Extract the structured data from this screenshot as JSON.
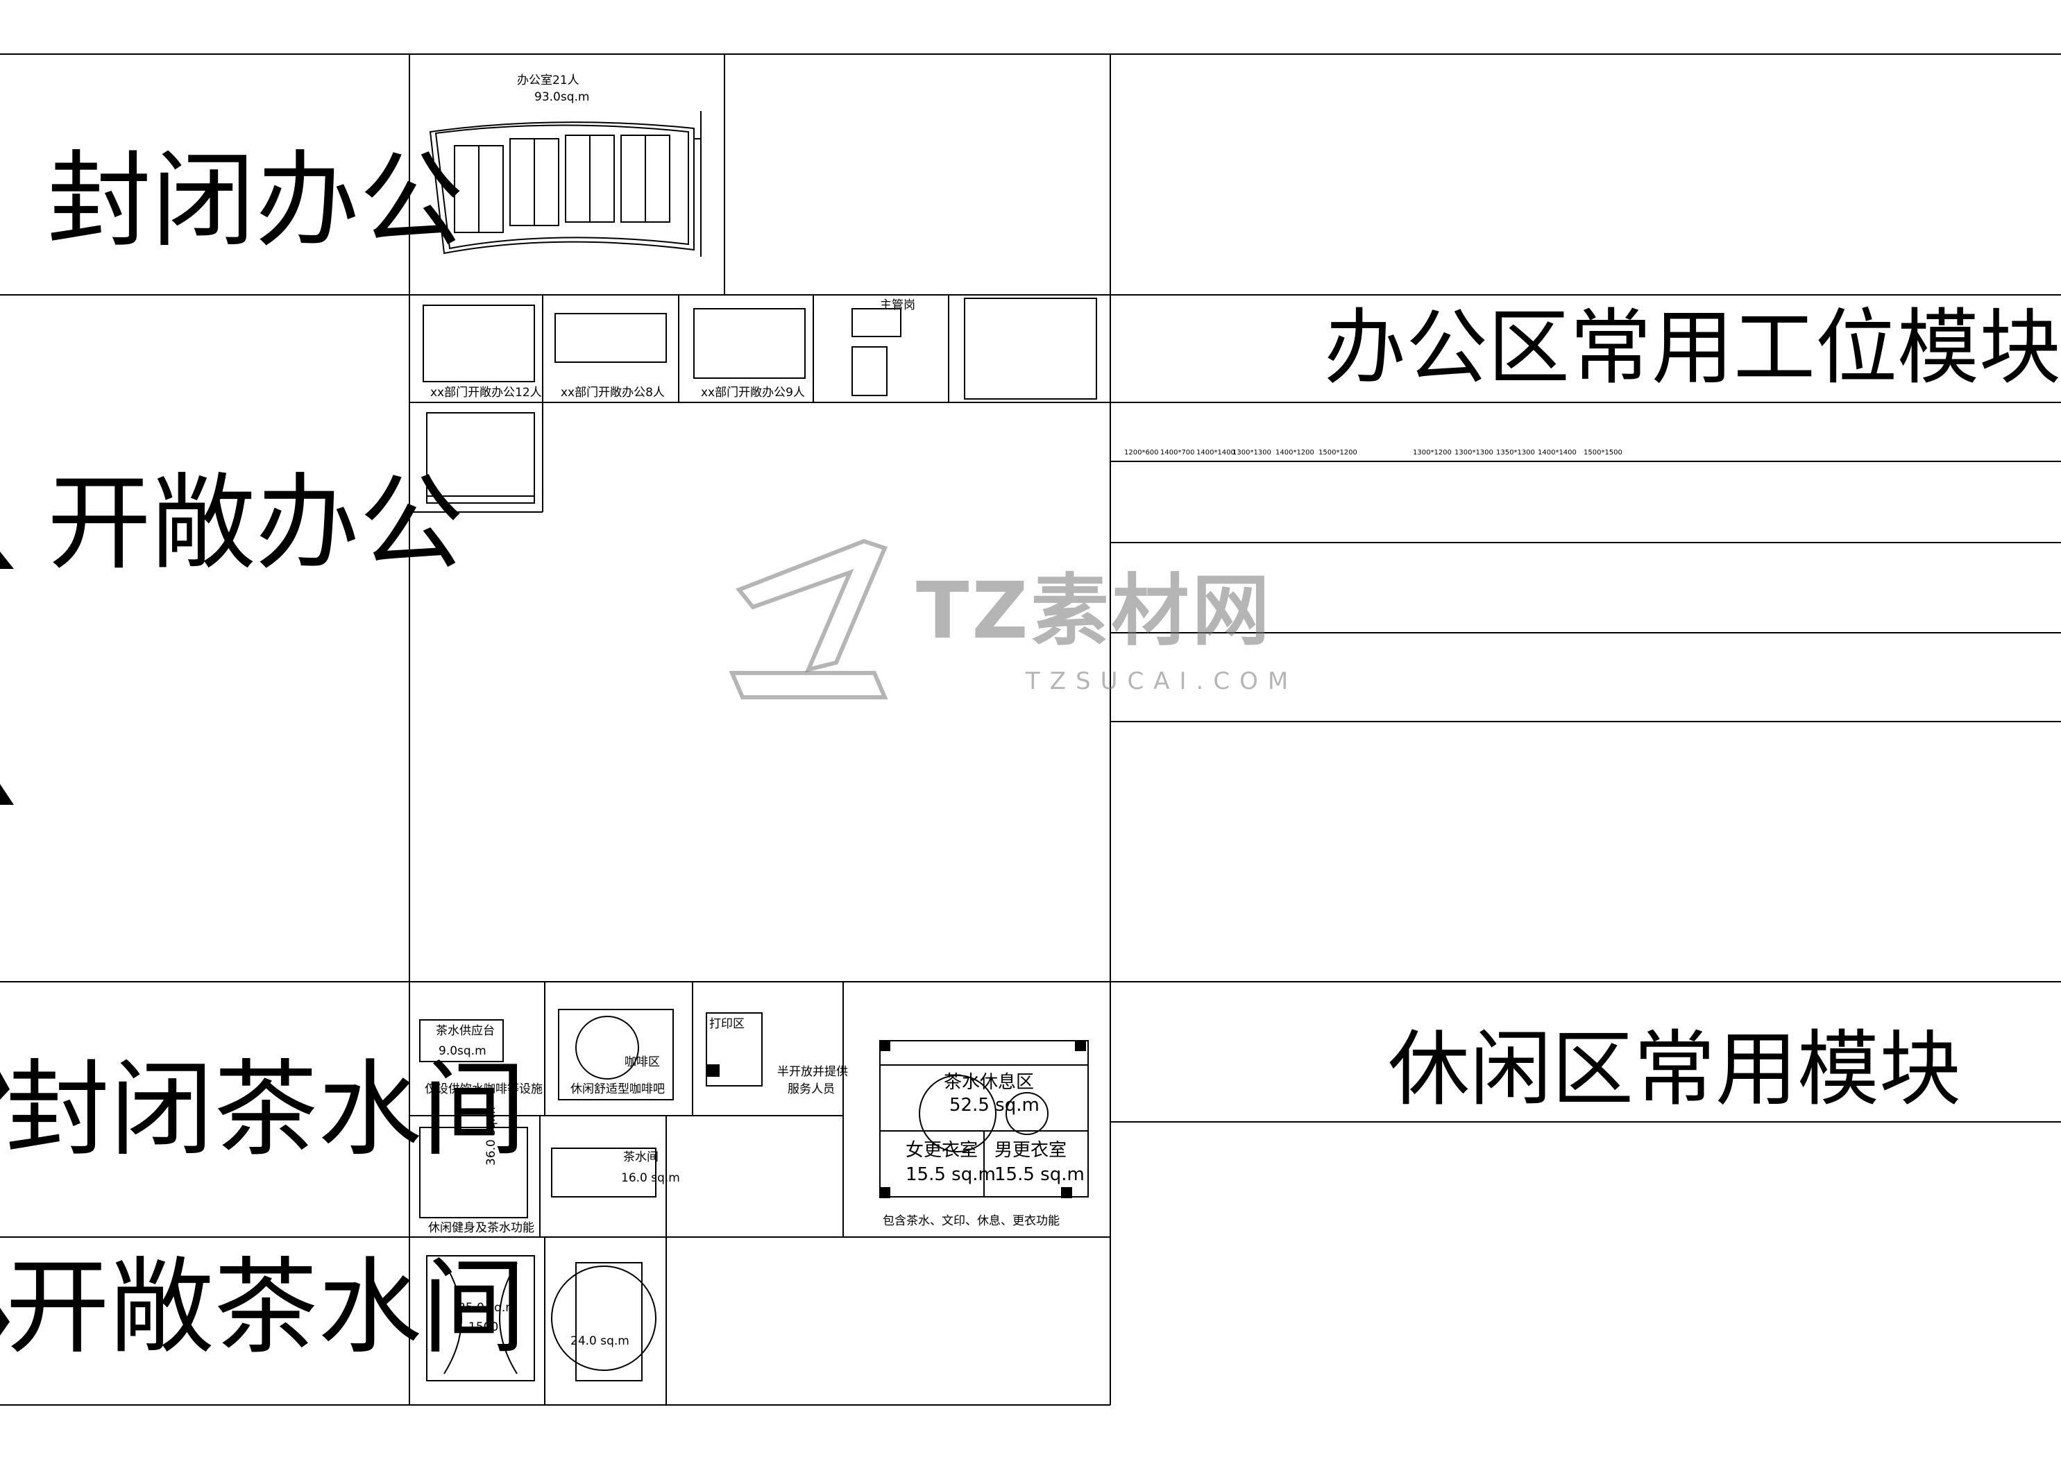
{
  "sections": {
    "closed_office": "封闭办公",
    "open_office": "开敞办公",
    "closed_pantry": "封闭茶水间",
    "open_pantry": "开敞茶水间"
  },
  "headers": {
    "workstation_modules": "办公区常用工位模块",
    "leisure_modules": "休闲区常用模块"
  },
  "closed_office_plan": {
    "room_name": "办公室21人",
    "area": "93.0sq.m"
  },
  "open_office_plans": [
    {
      "caption": "xx部门开敞办公12人"
    },
    {
      "caption": "xx部门开敞办公8人"
    },
    {
      "caption": "xx部门开敞办公9人"
    },
    {
      "caption": "主管岗"
    }
  ],
  "workstation_size_labels": [
    "1200*600",
    "1400*700",
    "1400*1400",
    "1300*1300",
    "1400*1200",
    "1500*1200",
    "1300*1200",
    "1300*1300",
    "1350*1300",
    "1400*1400",
    "1500*1500"
  ],
  "pantry_plans": {
    "p1_caption": "仅设供饮水咖啡等设施",
    "p1_area": "9.0sq.m",
    "p1_room": "茶水供应台",
    "p2_caption": "休闲舒适型咖啡吧",
    "p2_room": "咖啡区",
    "p3_room": "打印区",
    "p3_caption_1": "半开放并提供",
    "p3_caption_2": "服务人员",
    "p4_caption": "休闲健身及茶水功能",
    "p4_area": "36.0 sq.m",
    "p5_room": "茶水间",
    "p5_area": "16.0 sq.m",
    "big_room_1": "茶水休息区",
    "big_room_1_area": "52.5 sq.m",
    "big_room_2": "女更衣室",
    "big_room_2_area": "15.5 sq.m",
    "big_room_3": "男更衣室",
    "big_room_3_area": "15.5 sq.m",
    "big_caption": "包含茶水、文印、休息、更衣功能",
    "open_1_area": "25.0 sq.m",
    "open_1_dim": "1500",
    "open_2_area": "24.0 sq.m"
  },
  "watermark": {
    "brand": "TZ素材网",
    "site": "TZSUCAI.COM"
  }
}
